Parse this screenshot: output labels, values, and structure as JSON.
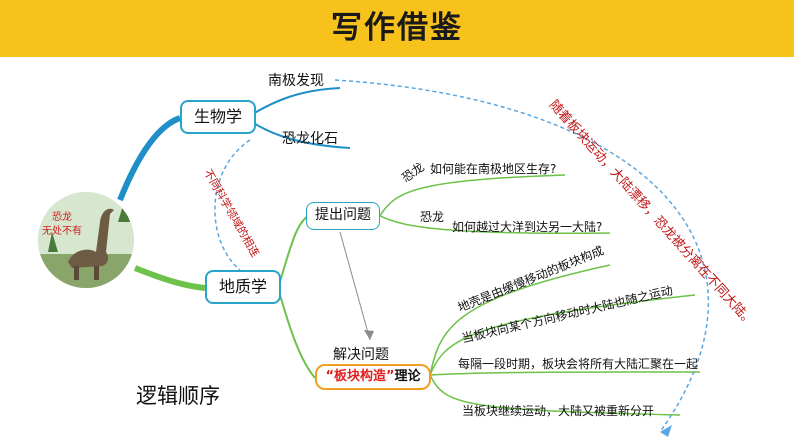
{
  "title": "写作借鉴",
  "image_caption": {
    "line1": "恐龙",
    "line2": "无处不有"
  },
  "nodes": {
    "biology": "生物学",
    "geology": "地质学",
    "south_pole": "南极发现",
    "fossil": "恐龙化石",
    "raise_question": "提出问题",
    "solve_question": "解决问题",
    "theory_prefix": "“板块构造”",
    "theory_suffix": "理论"
  },
  "questions": {
    "q1_label": "恐龙",
    "q1_text": "如何能在南极地区生存?",
    "q2_label": "恐龙",
    "q2_text": "如何越过大洋到达另一大陆?"
  },
  "theory_points": [
    "地壳是由缓慢移动的板块构成",
    "当板块向某个方向移动时大陆也随之运动",
    "每隔一段时期，板块会将所有大陆汇聚在一起",
    "当板块继续运动，大陆又被重新分开"
  ],
  "notes": {
    "cross_discipline": "不同科学领域的相连",
    "drift": "随着板块运动，大陆漂移，恐龙被分离在不同大陆。"
  },
  "logic_order": "逻辑顺序",
  "colors": {
    "title_bg": "#f7c21c",
    "accent": "#29a3c9",
    "branch": "#6cc24a",
    "red": "#e21e1e"
  }
}
